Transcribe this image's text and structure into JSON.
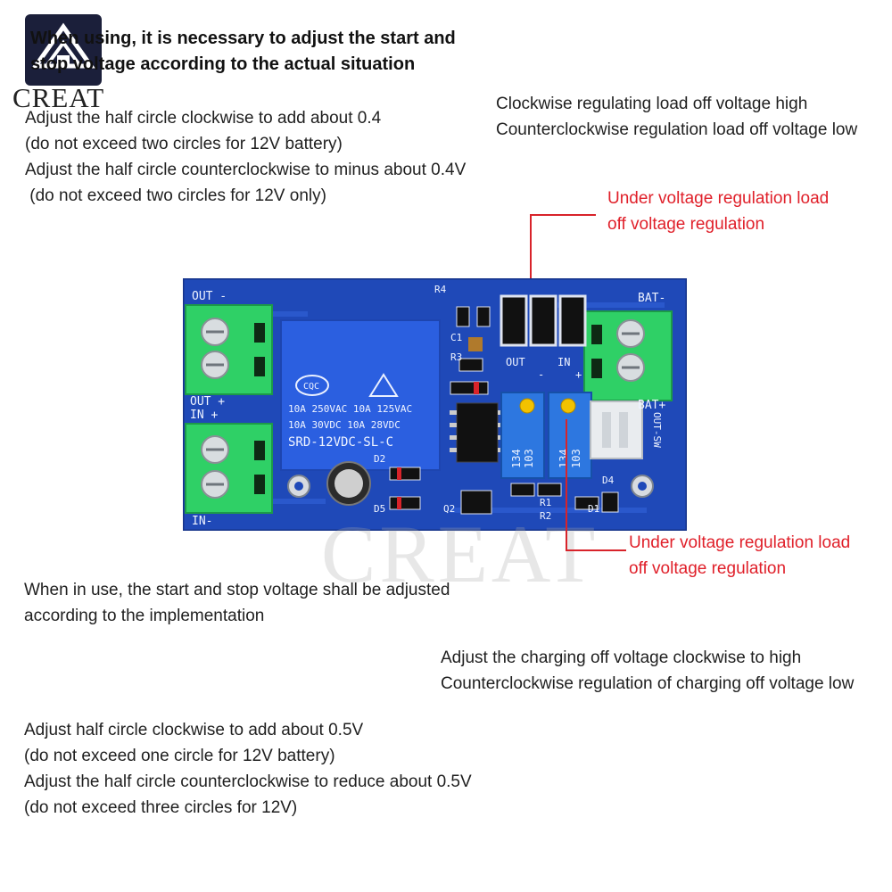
{
  "logo": {
    "brand": "CREAT"
  },
  "watermark": "CREAT",
  "notes": {
    "top_warning": [
      "When using, it is necessary to adjust the start and",
      "stop voltage according to the actual situation"
    ],
    "left_top": [
      "Adjust the half circle clockwise to add about 0.4",
      "(do not exceed two circles for 12V battery)",
      "Adjust the half circle counterclockwise to minus about 0.4V",
      " (do not exceed two circles for 12V only)"
    ],
    "right_top": [
      "Clockwise regulating load off voltage high",
      "Counterclockwise regulation load off voltage low"
    ],
    "red_top": [
      "Under voltage regulation load",
      "off voltage regulation"
    ],
    "red_mid": [
      "Under voltage regulation load",
      "off voltage regulation"
    ],
    "mid_left": [
      "When in use, the start and stop voltage shall be adjusted",
      "according to the implementation"
    ],
    "right_bottom": [
      "Adjust the charging off voltage clockwise to high",
      "Counterclockwise regulation of charging off voltage low"
    ],
    "bottom_left": [
      "Adjust half circle clockwise to add about 0.5V",
      "(do not exceed one circle for 12V battery)",
      "Adjust the half circle counterclockwise to reduce about 0.5V",
      "(do not exceed three circles for 12V)"
    ]
  },
  "board": {
    "labels": {
      "out_minus": "OUT -",
      "out_plus": "OUT +",
      "in_plus": "IN +",
      "in_minus": "IN-",
      "bat_minus": "BAT-",
      "bat_plus": "BAT+",
      "out_sw": "OUT-SW",
      "r4": "R4",
      "r3": "R3",
      "c1": "C1",
      "q2": "Q2",
      "r1": "R1",
      "r2": "R2",
      "d4": "D4",
      "d5": "D5",
      "d2": "D2",
      "d1": "D1",
      "pot_out": "OUT",
      "pot_in": "IN",
      "pot_minus": "-",
      "pot_plus": "+"
    },
    "relay": {
      "brand": "CQC",
      "line1": "10A 250VAC  10A 125VAC",
      "line2": "10A  30VDC  10A 28VDC",
      "model": "SRD-12VDC-SL-C"
    },
    "pots": {
      "pot1_a": "134",
      "pot1_b": "103",
      "pot2_a": "134",
      "pot2_b": "103"
    },
    "colors": {
      "pcb": "#1f49b8",
      "terminal": "#2fd066",
      "relay": "#2b5fe0",
      "wire_marker": "#d8232a"
    }
  }
}
